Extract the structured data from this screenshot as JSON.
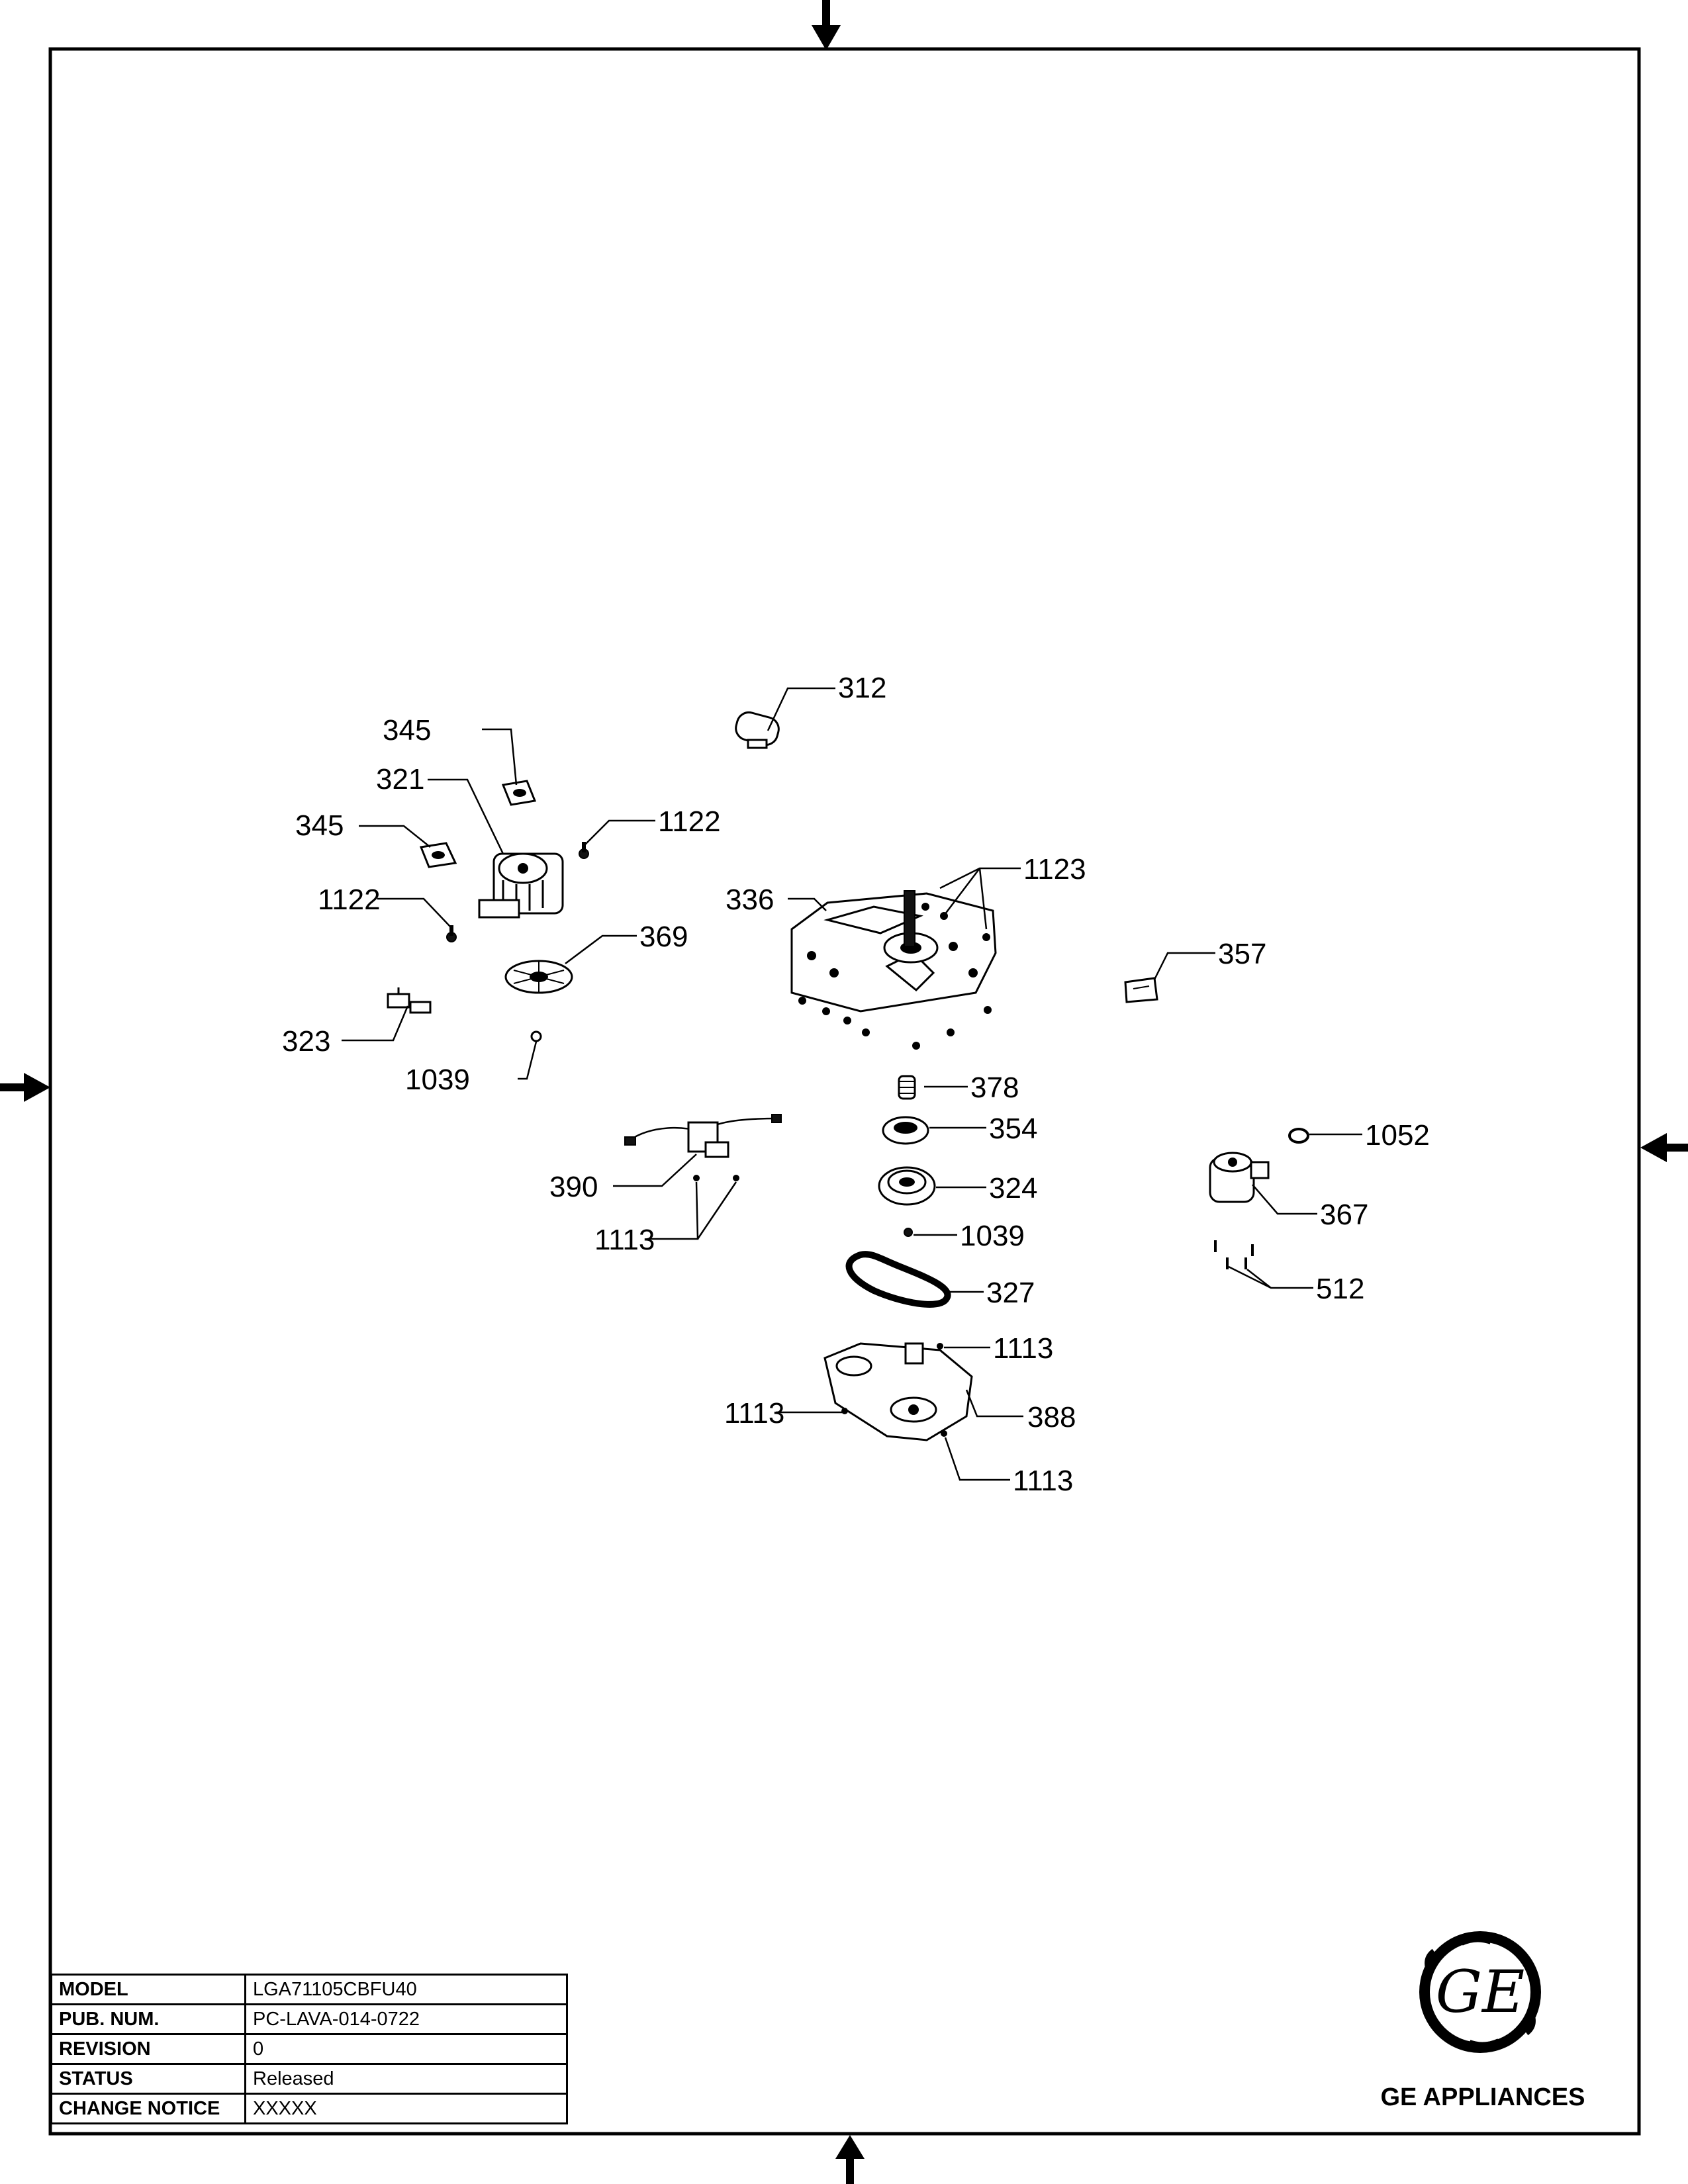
{
  "title_block": {
    "rows": [
      {
        "label": "MODEL",
        "value": "LGA71105CBFU40"
      },
      {
        "label": "PUB. NUM.",
        "value": "PC-LAVA-014-0722"
      },
      {
        "label": "REVISION",
        "value": "0"
      },
      {
        "label": "STATUS",
        "value": "Released"
      },
      {
        "label": "CHANGE NOTICE",
        "value": "XXXXX"
      }
    ]
  },
  "brand": {
    "logo_text": "GE",
    "name": "GE APPLIANCES"
  },
  "callouts": {
    "c312": "312",
    "c345a": "345",
    "c321": "321",
    "c345b": "345",
    "c1122a": "1122",
    "c1122b": "1122",
    "c1123": "1123",
    "c336": "336",
    "c369": "369",
    "c357": "357",
    "c323": "323",
    "c1039a": "1039",
    "c378": "378",
    "c354": "354",
    "c1052": "1052",
    "c390": "390",
    "c324": "324",
    "c367": "367",
    "c1113a": "1113",
    "c1039b": "1039",
    "c512": "512",
    "c327": "327",
    "c1113b": "1113",
    "c1113c": "1113",
    "c388": "388",
    "c1113d": "1113"
  }
}
